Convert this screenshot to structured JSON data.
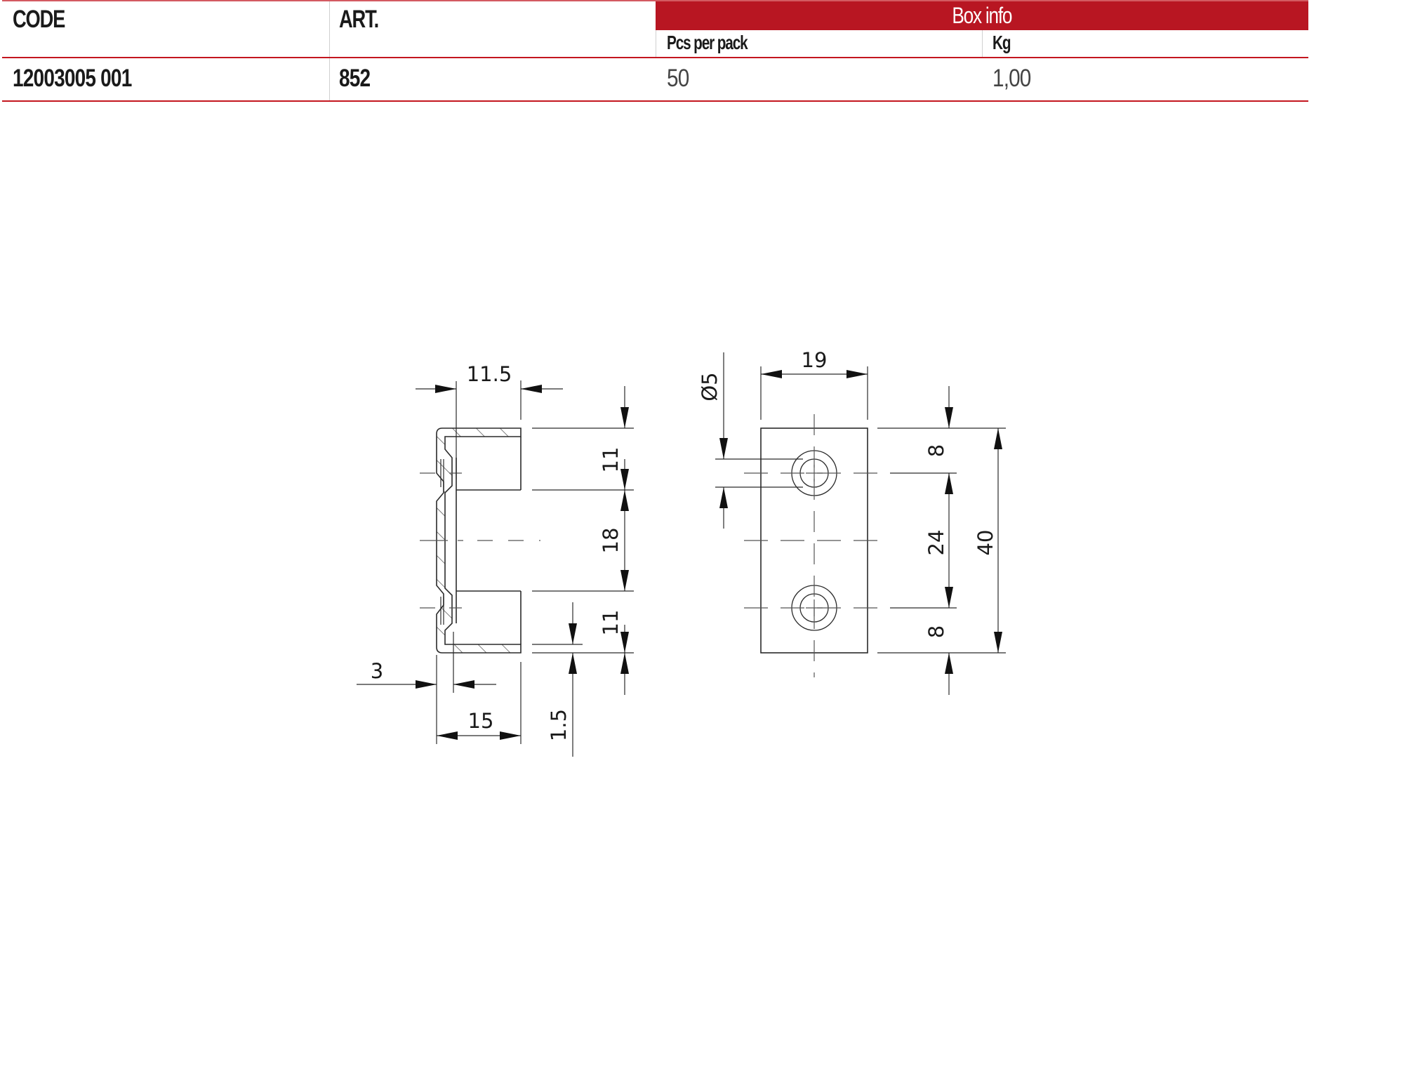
{
  "table": {
    "headers": {
      "code": "CODE",
      "art": "ART.",
      "group": "Box info",
      "pcs_per_pack": "Pcs per pack",
      "kg": "Kg"
    },
    "rows": [
      {
        "code": "12003005 001",
        "art": "852",
        "pcs_per_pack": "50",
        "kg": "1,00"
      }
    ],
    "colors": {
      "accent": "#b81622",
      "rule": "#c4161f",
      "divider": "#d0d0d0"
    }
  },
  "drawing": {
    "side_view": {
      "dimensions": {
        "flange_depth": "11.5",
        "wall_thickness": "3",
        "overall_depth": "15",
        "sheet_thickness": "1.5",
        "top_slot": "11",
        "middle": "18",
        "bottom_slot": "11"
      }
    },
    "front_view": {
      "dimensions": {
        "width": "19",
        "hole_diameter": "Ø5",
        "top_offset": "8",
        "hole_spacing": "24",
        "bottom_offset": "8",
        "overall_height": "40"
      }
    }
  }
}
